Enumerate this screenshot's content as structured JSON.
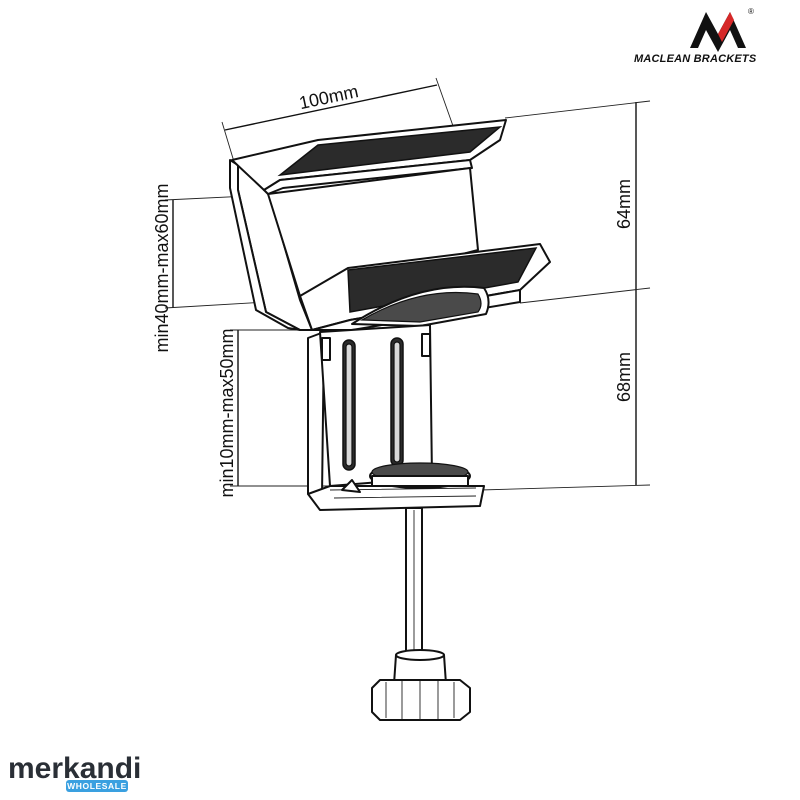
{
  "brand": {
    "name": "MACLEAN BRACKETS",
    "registered_mark": "®",
    "colors": {
      "primary": "#111111",
      "accent": "#d62828"
    }
  },
  "dimensions": {
    "width": "100mm",
    "top_height": "64mm",
    "bottom_height": "68mm",
    "upper_clamp_range": "min40mm-max60mm",
    "lower_clamp_range": "min10mm-max50mm"
  },
  "watermark": {
    "name": "merkandi",
    "sub": "WHOLESALE",
    "colors": {
      "text": "#2a2f36",
      "badge": "#3aa0e0"
    }
  }
}
